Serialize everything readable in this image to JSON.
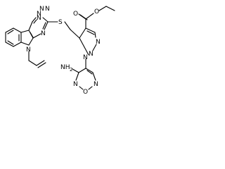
{
  "diagram": {
    "type": "chemical-structure",
    "atom_labels": {
      "n_ester": "N",
      "n_ester2": "N",
      "n_triazine_top": "N",
      "n_triazine_top2": "N",
      "s_linker": "S",
      "o_carbonyl": "O",
      "o_ester": "O",
      "n_triazine_bottom": "N",
      "n_triazole_right": "N",
      "n_triazole_left": "N",
      "n_indole": "N",
      "n_triazole_bottom": "N",
      "nh2_amino": "NH",
      "nh2_subscript": "2",
      "n_furazan_left": "N",
      "n_furazan_right": "N",
      "o_furazan": "O"
    },
    "colors": {
      "bond": "#000000",
      "label": "#000000",
      "background": "#ffffff"
    }
  }
}
